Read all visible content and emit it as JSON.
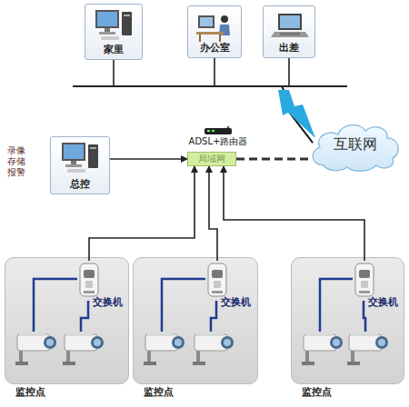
{
  "diagram": {
    "nodes": [
      {
        "text": [
          "家里"
        ]
      },
      {
        "text": [
          "办公室"
        ]
      },
      {
        "text": [
          "出差"
        ]
      },
      {
        "text": [
          "ADSL+路由器"
        ]
      },
      {
        "text": [
          "局域网"
        ]
      },
      {
        "text": [
          "互联网"
        ]
      },
      {
        "text": [
          "总控"
        ]
      },
      {
        "text": [
          "监控点"
        ]
      },
      {
        "text": [
          "交换机"
        ],
        "in": 7
      },
      {
        "text": [
          "监控点"
        ]
      },
      {
        "text": [
          "交换机"
        ],
        "in": 9
      },
      {
        "text": [
          "监控点"
        ]
      },
      {
        "text": [
          "交换机"
        ],
        "in": 11
      }
    ],
    "edges": [
      {
        "from": 0,
        "to": 5,
        "arrow": "none"
      },
      {
        "from": 1,
        "to": 5,
        "arrow": "none"
      },
      {
        "from": 2,
        "to": 5,
        "arrow": "none"
      },
      {
        "from": 4,
        "to": 5,
        "arrow": "none"
      },
      {
        "from": 6,
        "to": 4,
        "arrow": "to"
      },
      {
        "from": 8,
        "to": 4,
        "arrow": "to"
      },
      {
        "from": 10,
        "to": 4,
        "arrow": "to"
      },
      {
        "from": 12,
        "to": 4,
        "arrow": "to"
      }
    ],
    "labels": [
      "录像 存储 报警"
    ]
  }
}
